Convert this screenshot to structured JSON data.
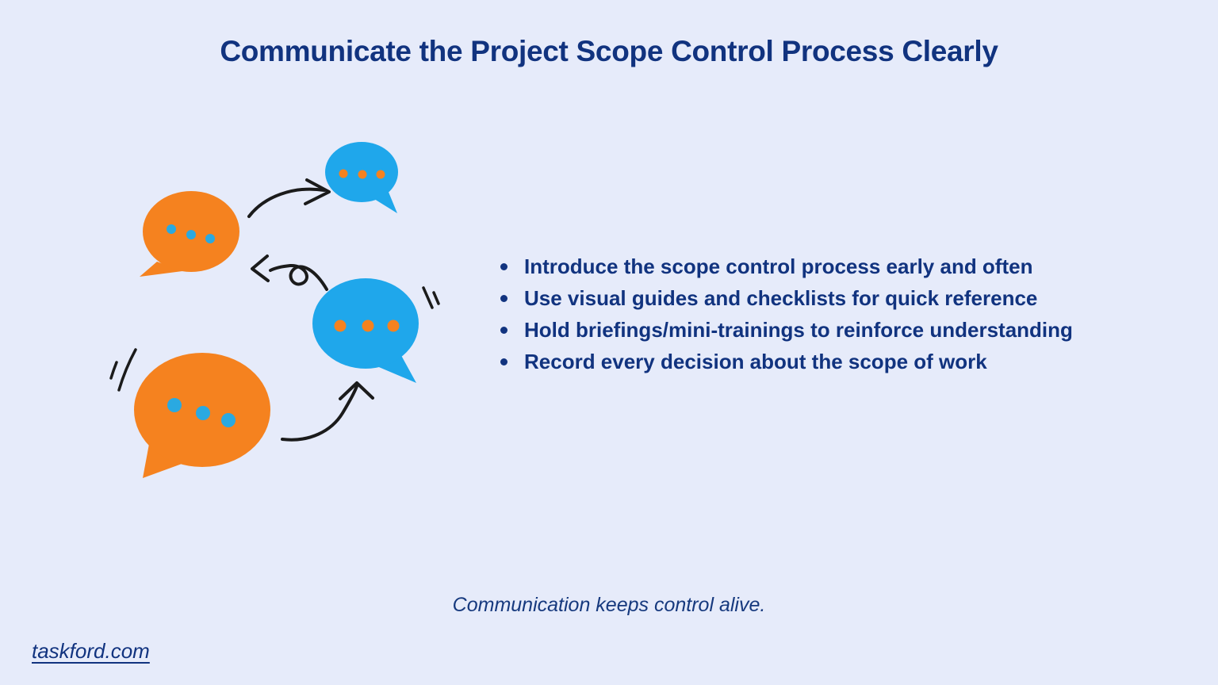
{
  "header": {
    "title": "Communicate the Project Scope Control Process Clearly"
  },
  "content": {
    "bullets": [
      "Introduce the scope control process early and often",
      "Use visual guides and checklists for quick reference",
      "Hold briefings/mini-trainings to reinforce understanding",
      "Record every decision about the scope of work"
    ]
  },
  "quote": {
    "text": "Communication keeps control alive."
  },
  "footer": {
    "link": "taskford.com"
  },
  "illustration": {
    "name": "speech-bubbles-conversation",
    "orange": "#F5821F",
    "blue": "#1FA7EB",
    "dot_on_orange": "#2AA9E1",
    "dot_on_blue": "#F5821F",
    "arrow_color": "#1B1B1B"
  },
  "theme": {
    "background": "#E6EBFA",
    "text_navy": "#11337F"
  }
}
